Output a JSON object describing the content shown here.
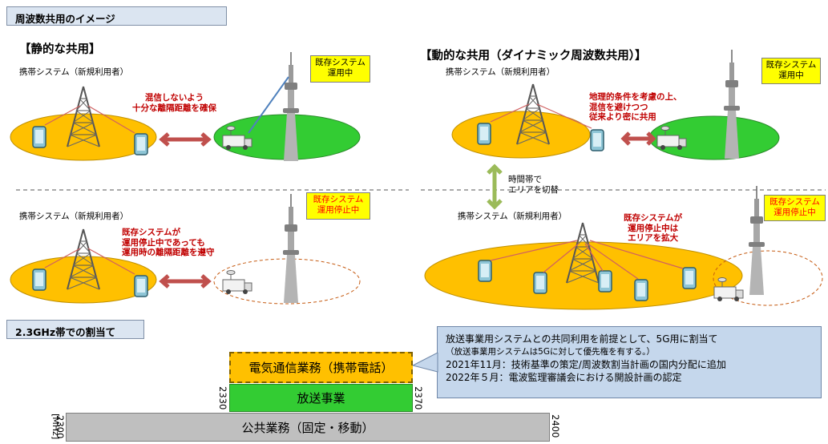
{
  "header": {
    "title": "周波数共用のイメージ"
  },
  "static_sharing": {
    "heading": "【静的な共用】",
    "top": {
      "mobile_label": "携帯システム（新規利用者）",
      "note": [
        "混信しないよう",
        "十分な離隔距離を確保"
      ],
      "legacy_status": [
        "既存システム",
        "運用中"
      ]
    },
    "bottom": {
      "mobile_label": "携帯システム（新規利用者）",
      "note": [
        "既存システムが",
        "運用停止中であっても",
        "運用時の離隔距離を遵守"
      ],
      "legacy_status": [
        "既存システム",
        "運用停止中"
      ]
    }
  },
  "dynamic_sharing": {
    "heading": "【動的な共用（ダイナミック周波数共用）】",
    "top": {
      "mobile_label": "携帯システム（新規利用者）",
      "note": [
        "地理的条件を考慮の上、",
        "混信を避けつつ",
        "従来より密に共用"
      ],
      "legacy_status": [
        "既存システム",
        "運用中"
      ]
    },
    "switch_note": [
      "時間帯で",
      "エリアを切替"
    ],
    "bottom": {
      "mobile_label": "携帯システム（新規利用者）",
      "note": [
        "既存システムが",
        "運用停止中は",
        "エリアを拡大"
      ],
      "legacy_status": [
        "既存システム",
        "運用停止中"
      ]
    }
  },
  "allocation": {
    "tag": "2.3GHz帯での割当て",
    "unit": "[MHz]",
    "bands": {
      "telecom": "電気通信業務（携帯電話）",
      "broadcast": "放送事業",
      "public": "公共業務（固定・移動）"
    },
    "freq_labels": {
      "f2300": "2300",
      "f2330": "2330",
      "f2370": "2370",
      "f2400": "2400"
    },
    "callout": {
      "line1": "放送事業用システムとの共同利用を前提として、5G用に割当て",
      "line2": "（放送事業用システムは5Gに対して優先権を有する。）",
      "line3": "2021年11月：技術基準の策定/周波数割当計画の国内分配に追加",
      "line4": "2022年５月：電波監理審議会における開設計画の認定"
    }
  },
  "colors": {
    "mobile_area": "#ffc000",
    "legacy_area": "#33cc33",
    "telecom_band": "#ffc000",
    "broadcast_band": "#33cc33",
    "public_band": "#bfbfbf",
    "callout": "#c5d7ec",
    "arrow_red": "#c0504d",
    "arrow_green": "#9bbb59"
  }
}
